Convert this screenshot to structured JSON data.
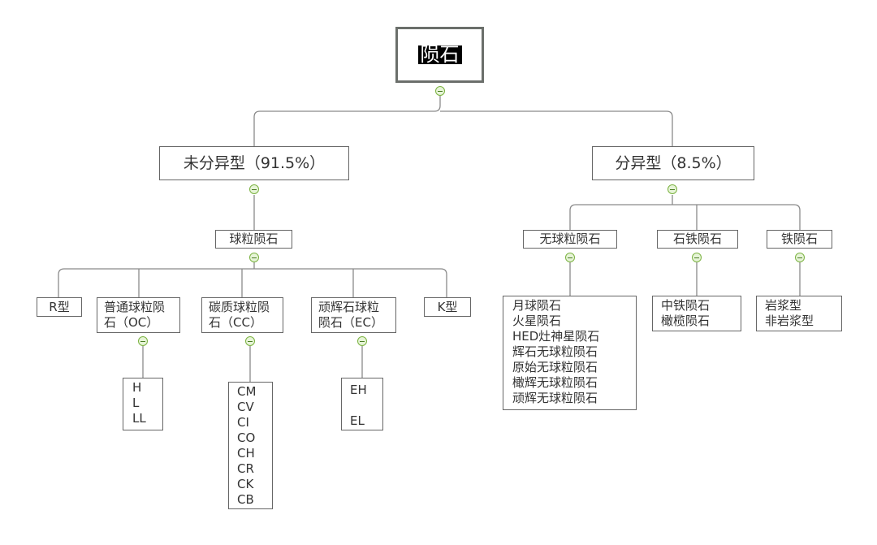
{
  "root": "陨石",
  "undiff": {
    "label": "未分异型（91.5%）",
    "child": "球粒陨石",
    "types": [
      {
        "label": "R型"
      },
      {
        "label": "普通球粒陨石（OC）",
        "items": [
          "H",
          "L",
          "LL"
        ]
      },
      {
        "label": "碳质球粒陨石（CC）",
        "items": [
          "CM",
          "CV",
          "CI",
          "CO",
          "CH",
          "CR",
          "CK",
          "CB"
        ]
      },
      {
        "label": "顽辉石球粒陨石（EC）",
        "items": [
          "EH",
          "",
          "EL"
        ]
      },
      {
        "label": "K型"
      }
    ]
  },
  "diff": {
    "label": "分异型（8.5%）",
    "groups": [
      {
        "label": "无球粒陨石",
        "items": [
          "月球陨石",
          "火星陨石",
          "HED灶神星陨石",
          "辉石无球粒陨石",
          "原始无球粒陨石",
          "橄辉无球粒陨石",
          "顽辉无球粒陨石"
        ]
      },
      {
        "label": "石铁陨石",
        "items": [
          "中铁陨石",
          "橄榄陨石"
        ]
      },
      {
        "label": "铁陨石",
        "items": [
          "岩浆型",
          "非岩浆型"
        ]
      }
    ]
  }
}
